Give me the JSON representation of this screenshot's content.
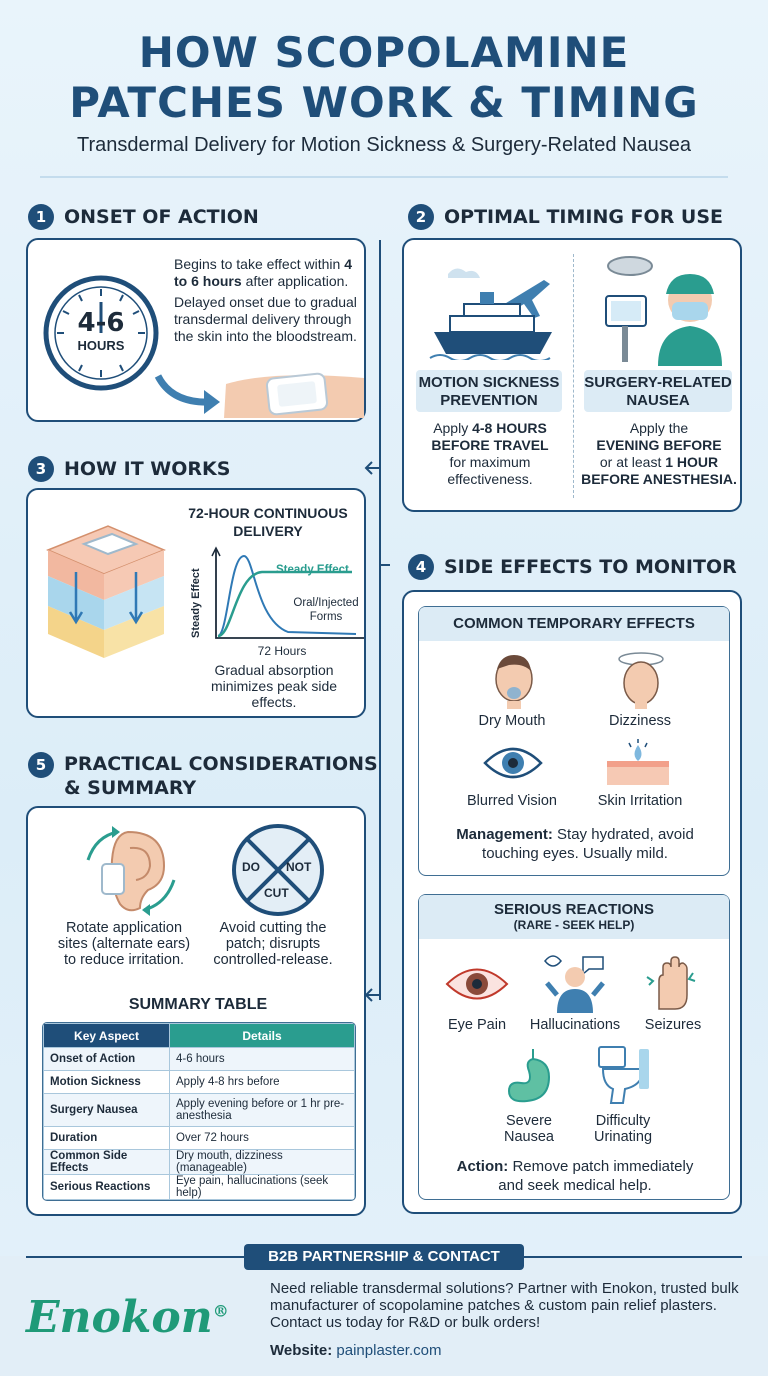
{
  "header": {
    "title_line1": "HOW SCOPOLAMINE",
    "title_line2": "PATCHES WORK & TIMING",
    "subtitle": "Transdermal Delivery for Motion Sickness & Surgery-Related Nausea"
  },
  "section1": {
    "number": "1",
    "title": "ONSET OF ACTION",
    "clock_value": "4-6",
    "clock_unit": "HOURS",
    "text1a": "Begins to take effect within",
    "text1b": "4 to 6 hours",
    "text1c": "after application.",
    "text2": "Delayed onset due to gradual transdermal delivery through the skin into the bloodstream."
  },
  "section2": {
    "number": "2",
    "title": "OPTIMAL TIMING FOR USE",
    "motion": {
      "label_line1": "MOTION SICKNESS",
      "label_line2": "PREVENTION",
      "apply": "Apply",
      "bold1": "4-8 HOURS",
      "bold2": "BEFORE TRAVEL",
      "rest1": "for maximum",
      "rest2": "effectiveness."
    },
    "surgery": {
      "label_line1": "SURGERY-RELATED",
      "label_line2": "NAUSEA",
      "apply": "Apply the",
      "bold1": "EVENING BEFORE",
      "rest1": "or at least",
      "bold2": "1 HOUR",
      "bold3": "BEFORE ANESTHESIA."
    }
  },
  "section3": {
    "number": "3",
    "title": "HOW IT WORKS",
    "chart_title_line1": "72-HOUR CONTINUOUS",
    "chart_title_line2": "DELIVERY",
    "y_axis": "Steady Effect",
    "steady_label": "Steady Effect",
    "oral_line1": "Oral/Injected",
    "oral_line2": "Forms",
    "x_axis": "72 Hours",
    "caption": "Gradual absorption minimizes peak side effects."
  },
  "section4": {
    "number": "4",
    "title": "SIDE EFFECTS TO MONITOR",
    "common": {
      "header": "COMMON TEMPORARY EFFECTS",
      "items": [
        "Dry Mouth",
        "Dizziness",
        "Blurred Vision",
        "Skin Irritation"
      ],
      "management_label": "Management:",
      "management_text1": "Stay hydrated, avoid",
      "management_text2": "touching eyes. Usually mild."
    },
    "serious": {
      "header": "SERIOUS REACTIONS",
      "subheader": "(RARE - SEEK HELP)",
      "items": [
        "Eye Pain",
        "Hallucinations",
        "Seizures"
      ],
      "item4_line1": "Severe",
      "item4_line2": "Nausea",
      "item5_line1": "Difficulty",
      "item5_line2": "Urinating",
      "action_label": "Action:",
      "action_text1": "Remove patch immediately",
      "action_text2": "and seek medical help."
    }
  },
  "section5": {
    "number": "5",
    "title_line1": "PRACTICAL CONSIDERATIONS",
    "title_line2": "& SUMMARY",
    "rotate_text": "Rotate application sites (alternate ears) to reduce irritation.",
    "cut_text": "Avoid cutting the patch; disrupts controlled-release.",
    "sign_do": "DO",
    "sign_not": "NOT",
    "sign_cut": "CUT",
    "table_title": "SUMMARY TABLE",
    "table_headers": [
      "Key Aspect",
      "Details"
    ],
    "table_rows": [
      [
        "Onset of Action",
        "4-6 hours"
      ],
      [
        "Motion Sickness",
        "Apply 4-8 hrs before"
      ],
      [
        "Surgery Nausea",
        "Apply evening before or 1 hr pre-anesthesia"
      ],
      [
        "Duration",
        "Over 72 hours"
      ],
      [
        "Common Side Effects",
        "Dry mouth, dizziness (manageable)"
      ],
      [
        "Serious Reactions",
        "Eye pain, hallucinations (seek help)"
      ]
    ]
  },
  "footer": {
    "banner": "B2B PARTNERSHIP & CONTACT",
    "brand": "Enokon",
    "registered": "®",
    "text": "Need reliable transdermal solutions? Partner with Enokon, trusted bulk manufacturer of scopolamine patches & custom pain relief plasters. Contact us today for R&D or bulk orders!",
    "website_label": "Website:",
    "website": "painplaster.com"
  },
  "colors": {
    "navy": "#1f4e79",
    "teal": "#2a9d8f",
    "brand_green": "#1f9a78",
    "light_blue": "#dcebf5"
  }
}
